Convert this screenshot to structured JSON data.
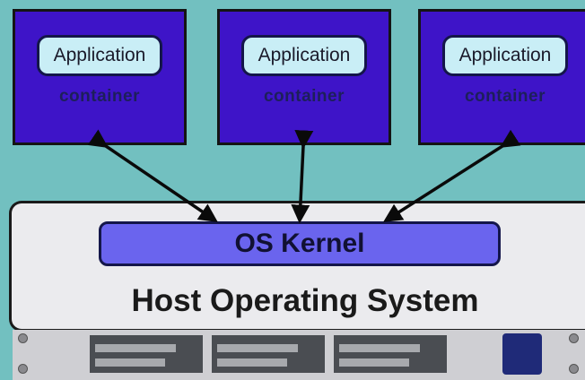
{
  "containers": [
    {
      "app_label": "Application",
      "container_label": "container"
    },
    {
      "app_label": "Application",
      "container_label": "container"
    },
    {
      "app_label": "Application",
      "container_label": "container"
    }
  ],
  "kernel": {
    "label": "OS Kernel"
  },
  "host": {
    "label": "Host Operating System"
  },
  "colors": {
    "background": "#72c0c0",
    "container_fill": "#3e14c8",
    "application_fill": "#c9eef6",
    "kernel_fill": "#6a64ee",
    "host_fill": "#ebebee",
    "server_fill": "#cfcfd3"
  },
  "icons": {
    "arrows": "bidirectional-arrow",
    "server": "server-rack-icon"
  }
}
